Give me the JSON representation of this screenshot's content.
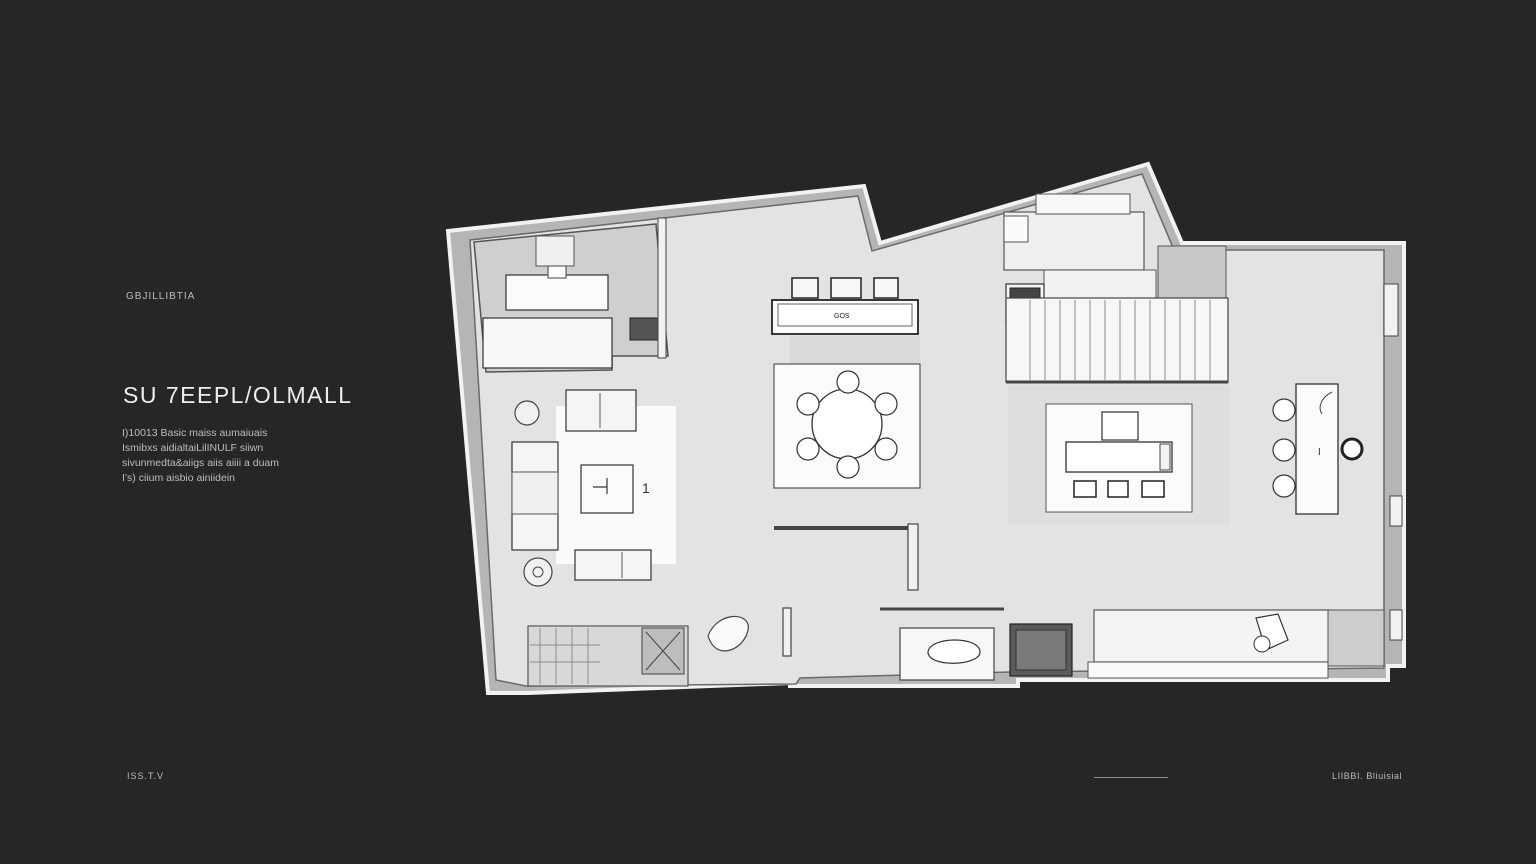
{
  "header": {
    "eyebrow": "GBJILLIBTIA",
    "title": "SU 7EEPL/OLMALL",
    "description": [
      "I)10013   Basic maiss aumaiuais",
      "Ismibxs aidialtaiLilINULF  siiwn",
      "sivunmedta&aiigs aiis aiiii a duam",
      "I’s) ciium  aisbio ainiidein"
    ]
  },
  "plan": {
    "counter_label": "GOS",
    "room_number": "1",
    "island_label": "I"
  },
  "footer": {
    "left": "ISS.T.V",
    "right": "LIIBBI. Bliuisial"
  },
  "colors": {
    "background": "#262626",
    "floor": "#e6e6e6",
    "wall": "#9a9a9a",
    "furniture": "#ffffff",
    "line": "#2e2e2e",
    "text": "#cfcfcf"
  }
}
